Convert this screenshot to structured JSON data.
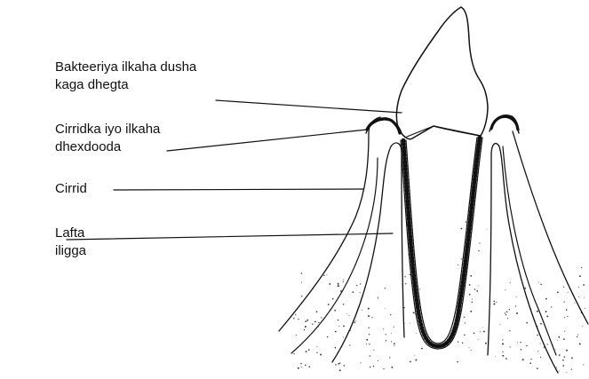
{
  "labels": [
    {
      "id": "bacteria",
      "lines": [
        "Bakteeriya ilkaha dusha",
        "kaga dhegta"
      ]
    },
    {
      "id": "interdental-gum",
      "lines": [
        "Cirridka iyo ilkaha",
        "dhexdooda"
      ]
    },
    {
      "id": "gum",
      "lines": [
        "Cirrid"
      ]
    },
    {
      "id": "bone",
      "lines": [
        "Lafta",
        "iligga"
      ]
    }
  ],
  "colors": {
    "line": "#111111",
    "background": "#ffffff",
    "bacteria": "#111111"
  }
}
